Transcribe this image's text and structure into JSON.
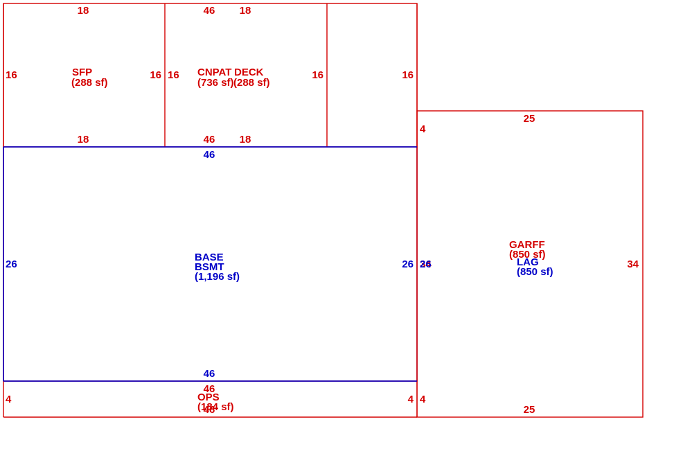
{
  "colors": {
    "primary_area": "#d40000",
    "base_area": "#0000c8",
    "background": "#ffffff"
  },
  "areas": {
    "sfp": {
      "code": "SFP",
      "area": "(288 sf)",
      "top": "18",
      "bottom": "18",
      "left": "16",
      "right": "16"
    },
    "cnpat": {
      "code": "CNPAT",
      "area": "(736 sf)",
      "top": "46",
      "bottom": "46",
      "left": "16",
      "right": "16"
    },
    "deck": {
      "code": "DECK",
      "area": "(288 sf)",
      "top": "18",
      "bottom": "18",
      "right": "16"
    },
    "base": {
      "code_line1": "BASE",
      "code_line2": "BSMT",
      "area": "(1,196 sf)",
      "top": "46",
      "bottom": "46",
      "left": "26",
      "right": "26"
    },
    "ops": {
      "code": "OPS",
      "area": "(184 sf)",
      "top": "46",
      "bottom": "46",
      "left": "4",
      "right": "4"
    },
    "garff": {
      "code": "GARFF",
      "area": "(850 sf)",
      "top": "25",
      "bottom": "25",
      "left": "34",
      "right": "34",
      "left_upper": "4",
      "left_lower": "4"
    },
    "lag": {
      "code": "LAG",
      "area": "(850 sf)",
      "left": "26"
    }
  }
}
